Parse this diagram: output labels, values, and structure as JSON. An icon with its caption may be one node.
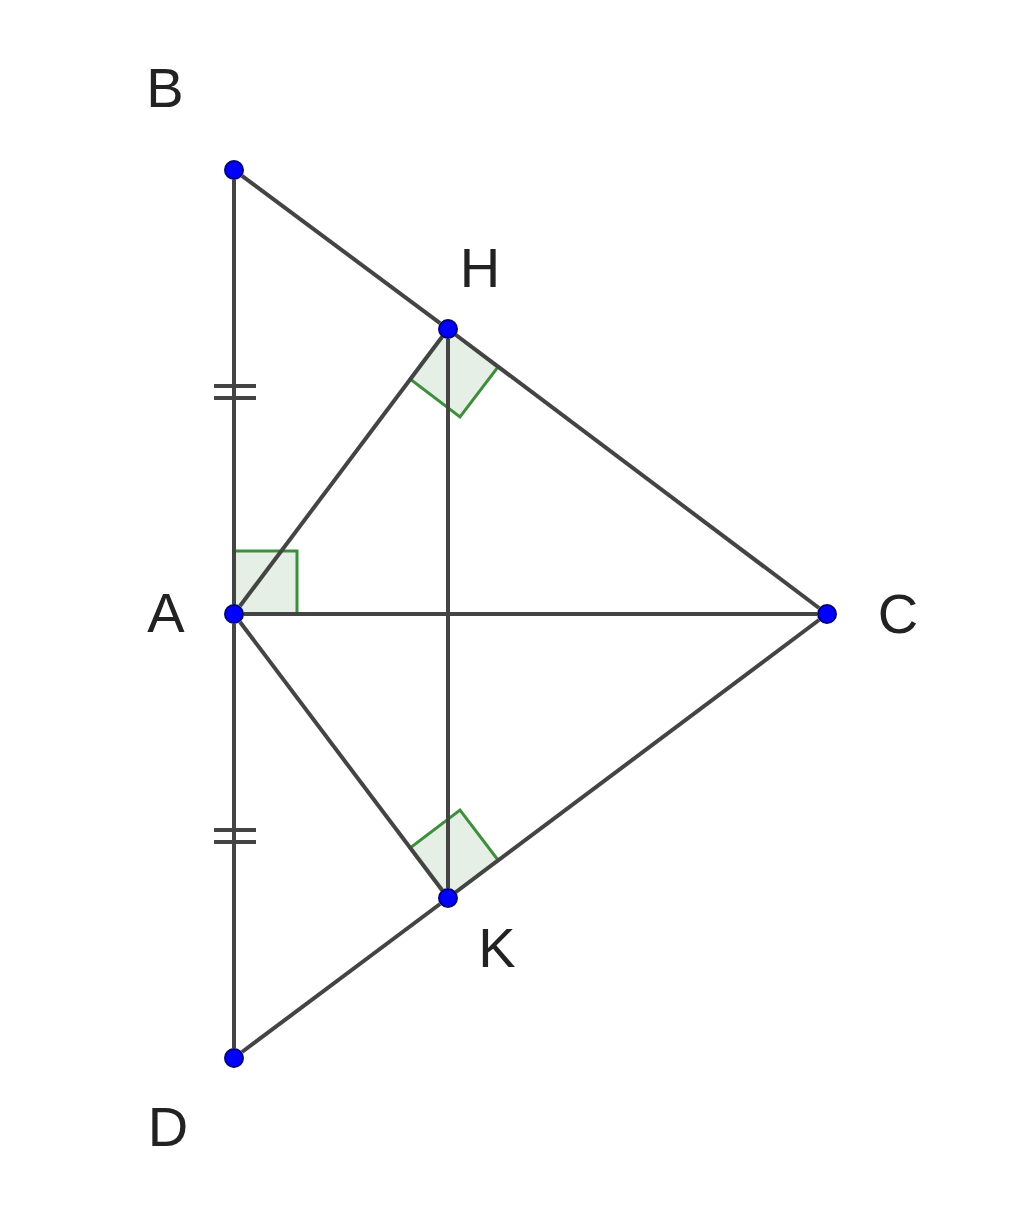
{
  "diagram": {
    "nodes": [
      {
        "text": [],
        "shape": "circle",
        "beside": [
          "B"
        ]
      },
      {
        "text": [],
        "shape": "circle",
        "beside": [
          "H"
        ]
      },
      {
        "text": [],
        "shape": "circle",
        "beside": [
          "A"
        ]
      },
      {
        "text": [],
        "shape": "circle",
        "beside": [
          "C"
        ]
      },
      {
        "text": [],
        "shape": "circle",
        "beside": [
          "K"
        ]
      },
      {
        "text": [],
        "shape": "circle",
        "beside": [
          "D"
        ]
      }
    ],
    "edges": [
      {
        "from": 0,
        "to": 1,
        "arrow": "none"
      },
      {
        "from": 1,
        "to": 3,
        "arrow": "none"
      },
      {
        "from": 0,
        "to": 2,
        "arrow": "none"
      },
      {
        "from": 2,
        "to": 5,
        "arrow": "none"
      },
      {
        "from": 2,
        "to": 1,
        "arrow": "none"
      },
      {
        "from": 2,
        "to": 3,
        "arrow": "none"
      },
      {
        "from": 2,
        "to": 4,
        "arrow": "none"
      },
      {
        "from": 1,
        "to": 4,
        "arrow": "none"
      },
      {
        "from": 4,
        "to": 3,
        "arrow": "none"
      },
      {
        "from": 5,
        "to": 4,
        "arrow": "none"
      }
    ]
  }
}
